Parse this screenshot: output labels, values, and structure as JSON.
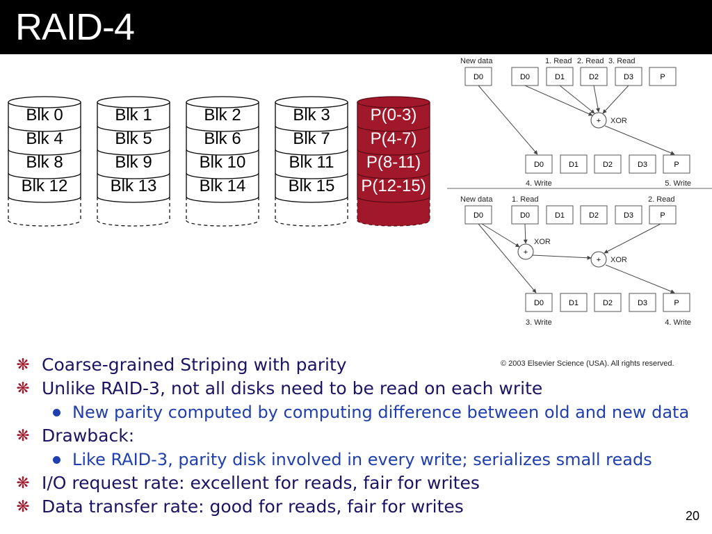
{
  "slide": {
    "title": "RAID-4",
    "page_number": "20",
    "copyright": "© 2003 Elsevier Science (USA). All rights reserved."
  },
  "disks": [
    {
      "blocks": [
        "Blk 0",
        "Blk 4",
        "Blk 8",
        "Blk 12"
      ],
      "parity": false
    },
    {
      "blocks": [
        "Blk 1",
        "Blk 5",
        "Blk 9",
        "Blk 13"
      ],
      "parity": false
    },
    {
      "blocks": [
        "Blk 2",
        "Blk 6",
        "Blk 10",
        "Blk 14"
      ],
      "parity": false
    },
    {
      "blocks": [
        "Blk 3",
        "Blk 7",
        "Blk 11",
        "Blk 15"
      ],
      "parity": false
    },
    {
      "blocks": [
        "P(0-3)",
        "P(4-7)",
        "P(8-11)",
        "P(12-15)"
      ],
      "parity": true
    }
  ],
  "diagram": {
    "top": {
      "new_data_label": "New data",
      "read_labels": [
        "1. Read",
        "2. Read",
        "3. Read"
      ],
      "source_boxes": [
        "D0",
        "D0",
        "D1",
        "D2",
        "D3",
        "P"
      ],
      "xor_label": "XOR",
      "result_boxes": [
        "D0",
        "D1",
        "D2",
        "D3",
        "P"
      ],
      "write_labels": [
        "4. Write",
        "5. Write"
      ]
    },
    "bottom": {
      "new_data_label": "New data",
      "read_labels": [
        "1. Read",
        "2. Read"
      ],
      "source_boxes": [
        "D0",
        "D0",
        "D1",
        "D2",
        "D3",
        "P"
      ],
      "xor_labels": [
        "XOR",
        "XOR"
      ],
      "result_boxes": [
        "D0",
        "D1",
        "D2",
        "D3",
        "P"
      ],
      "write_labels": [
        "3. Write",
        "4. Write"
      ]
    },
    "plus": "+"
  },
  "bullets": [
    {
      "level": 1,
      "text": "Coarse-grained Striping with parity"
    },
    {
      "level": 1,
      "text": "Unlike RAID-3, not all disks need to be read on each write"
    },
    {
      "level": 2,
      "text": "New parity computed by computing difference between old and new data"
    },
    {
      "level": 1,
      "text": "Drawback:"
    },
    {
      "level": 2,
      "text": "Like RAID-3, parity disk involved in every write; serializes small reads"
    },
    {
      "level": 1,
      "text": "I/O request rate: excellent for reads, fair for writes"
    },
    {
      "level": 1,
      "text": "Data transfer rate: good for reads, fair for writes"
    }
  ],
  "colors": {
    "parity_disk_fill": "#a0182a",
    "bullet_marker": "#a0182a",
    "bullet_level1": "#1b1464",
    "bullet_level2": "#1f3fb0"
  }
}
